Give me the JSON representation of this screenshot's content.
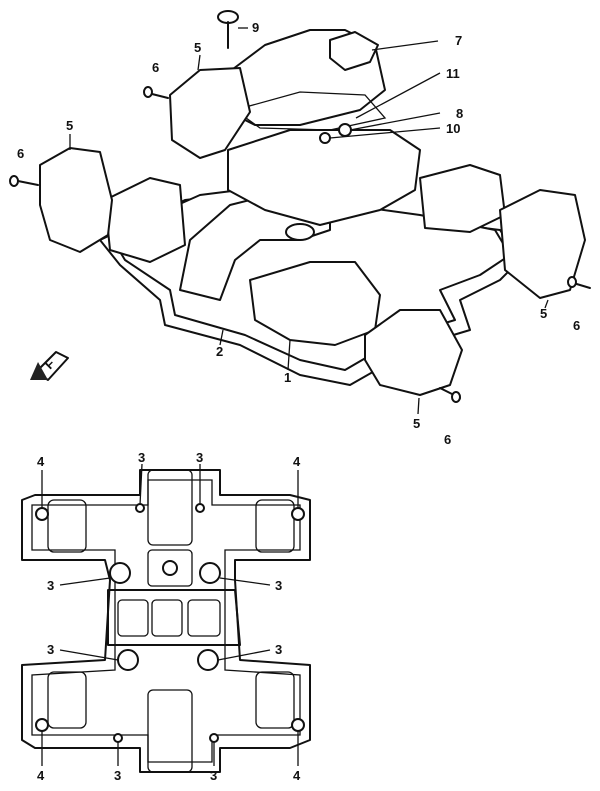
{
  "callouts_upper": {
    "c1": "1",
    "c2": "2",
    "c5a": "5",
    "c5b": "5",
    "c5c": "5",
    "c5d": "5",
    "c6a": "6",
    "c6b": "6",
    "c6c": "6",
    "c6d": "6",
    "c7": "7",
    "c8": "8",
    "c9": "9",
    "c10": "10",
    "c11": "11"
  },
  "callouts_lower": {
    "c3_top_l": "3",
    "c3_top_r": "3",
    "c3_mid_l1": "3",
    "c3_mid_r1": "3",
    "c3_mid_l2": "3",
    "c3_mid_r2": "3",
    "c3_bot_l": "3",
    "c3_bot_r": "3",
    "c4_tl": "4",
    "c4_tr": "4",
    "c4_bl": "4",
    "c4_br": "4"
  },
  "front_arrow_label": "F",
  "colors": {
    "line": "#111111",
    "background": "#ffffff"
  }
}
